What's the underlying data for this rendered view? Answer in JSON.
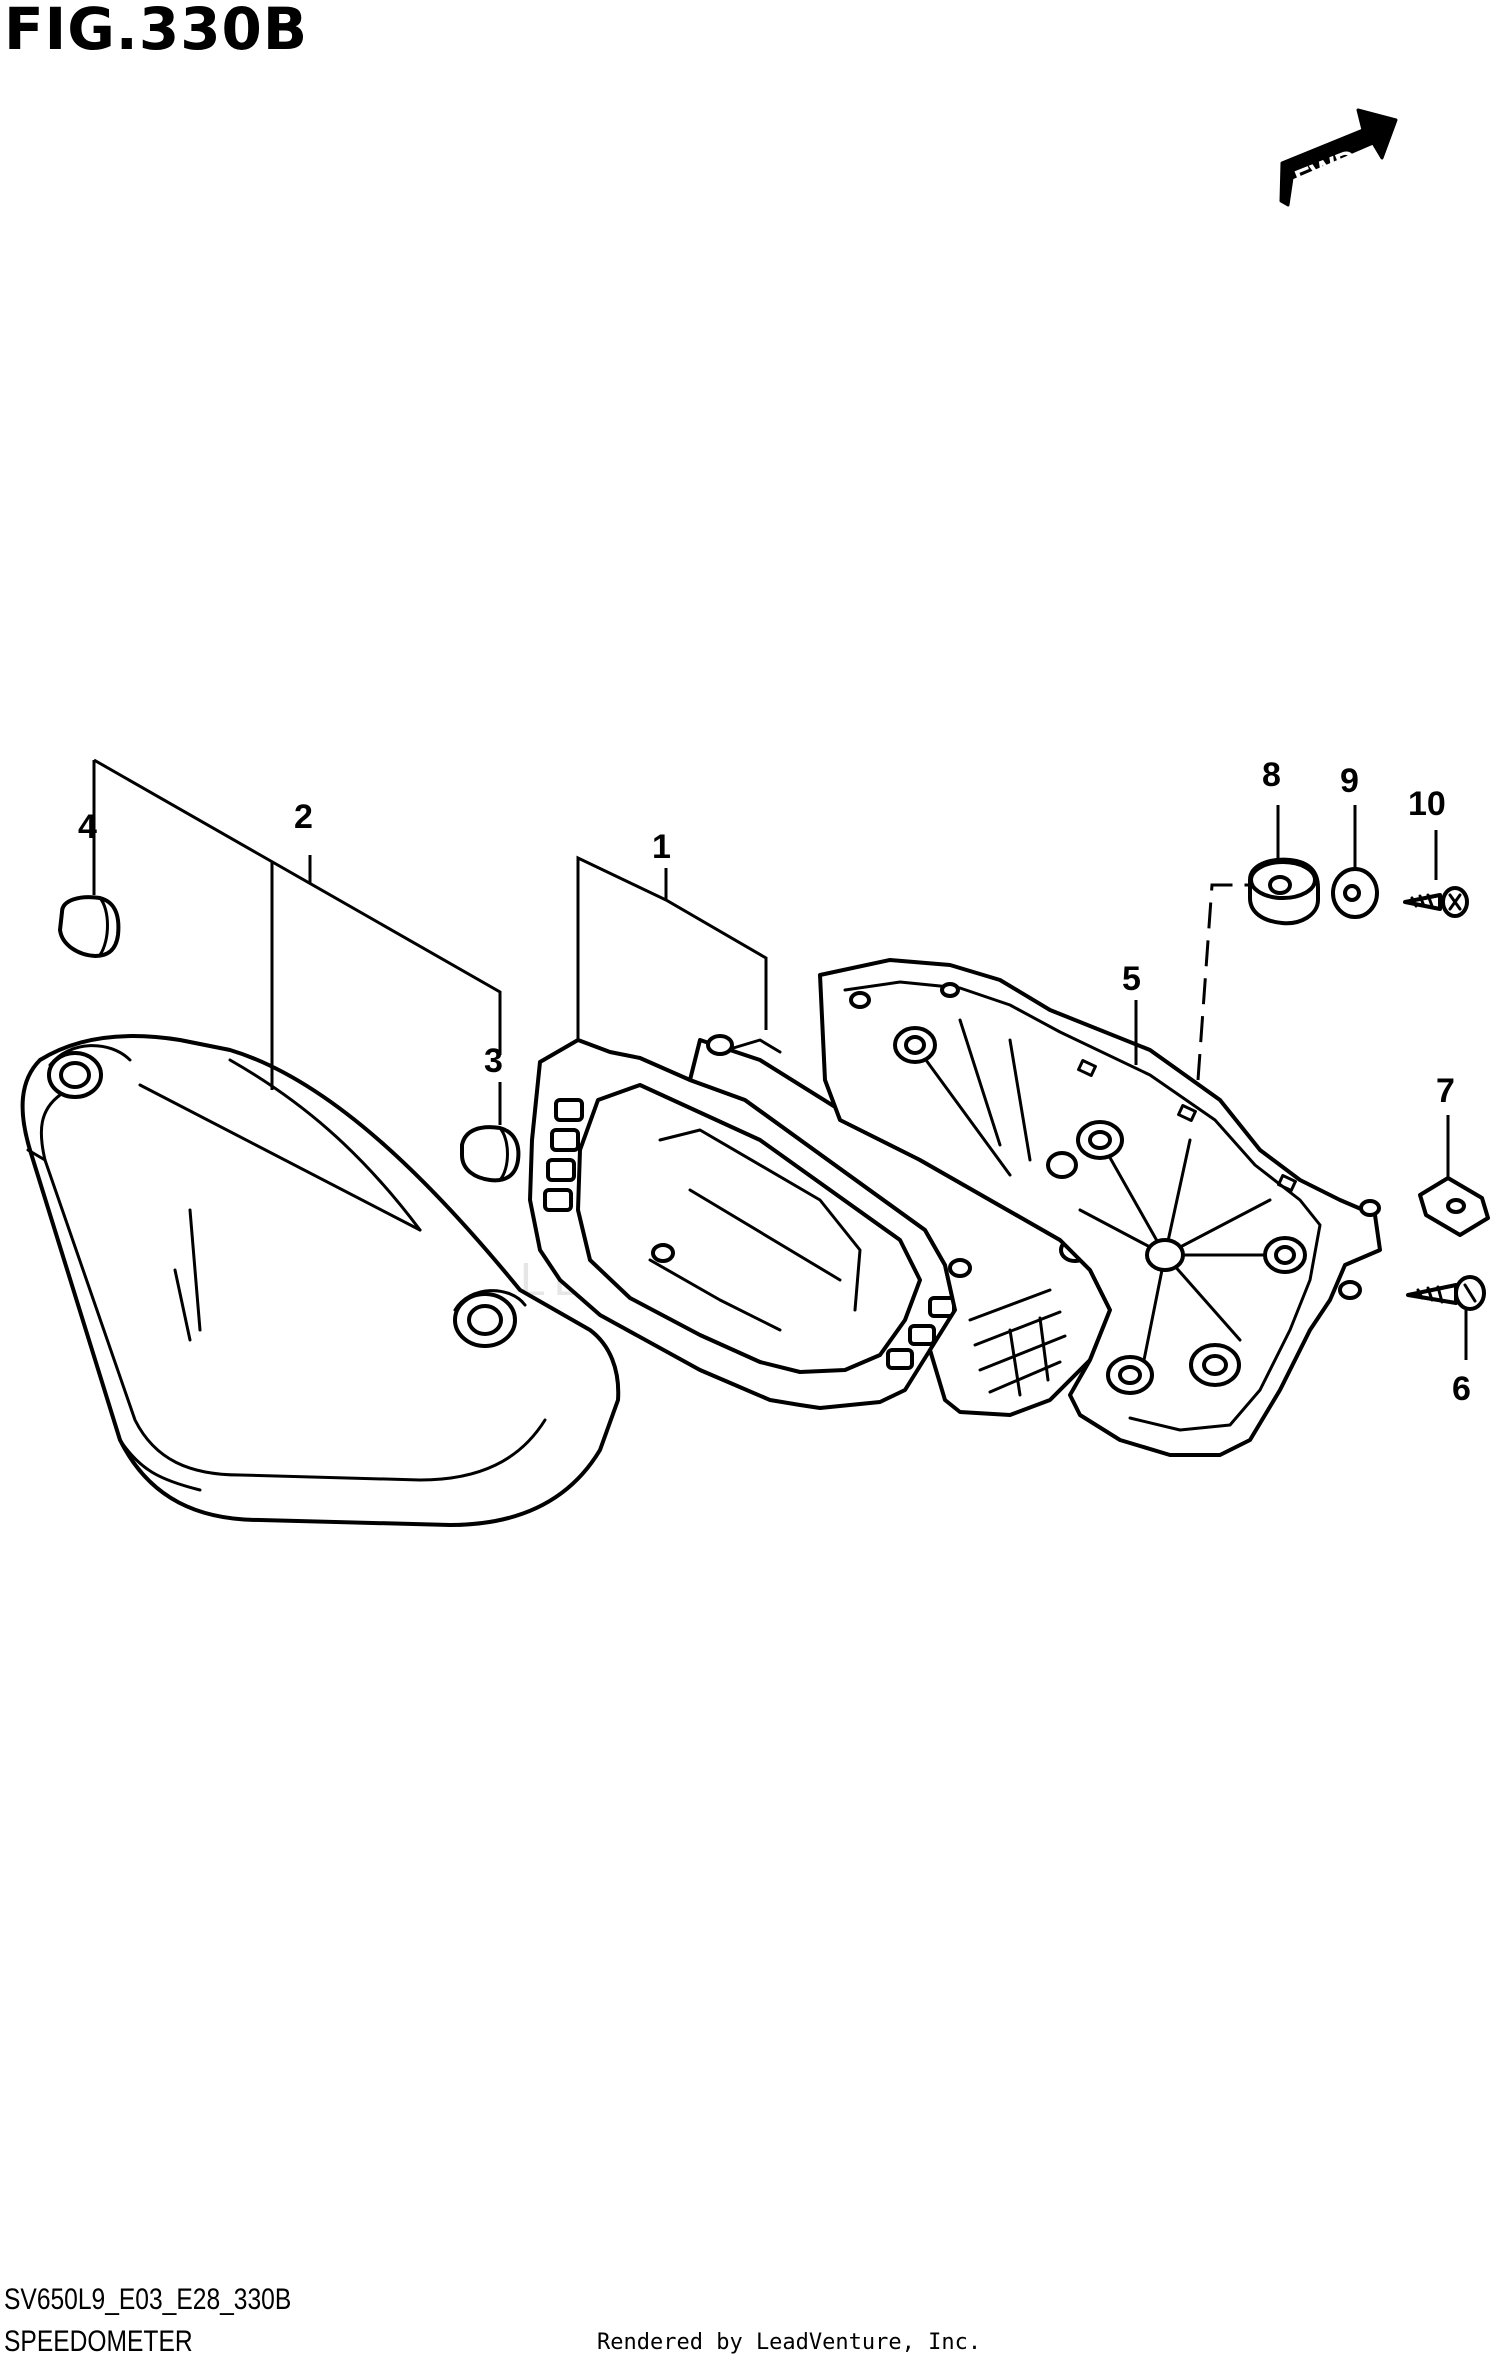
{
  "figure": {
    "title": "FIG.330B",
    "model_code": "SV650L9_E03_E28_330B",
    "caption": "SPEEDOMETER",
    "credit": "Rendered by LeadVenture, Inc.",
    "watermark": "LEADVENTURE",
    "fwd_label": "FWD"
  },
  "callouts": [
    "1",
    "2",
    "3",
    "4",
    "5",
    "6",
    "7",
    "8",
    "9",
    "10"
  ],
  "colors": {
    "line": "#000000",
    "background": "#ffffff",
    "watermark": "#e6e6e6"
  },
  "icons": [
    "fwd-arrow-icon"
  ]
}
